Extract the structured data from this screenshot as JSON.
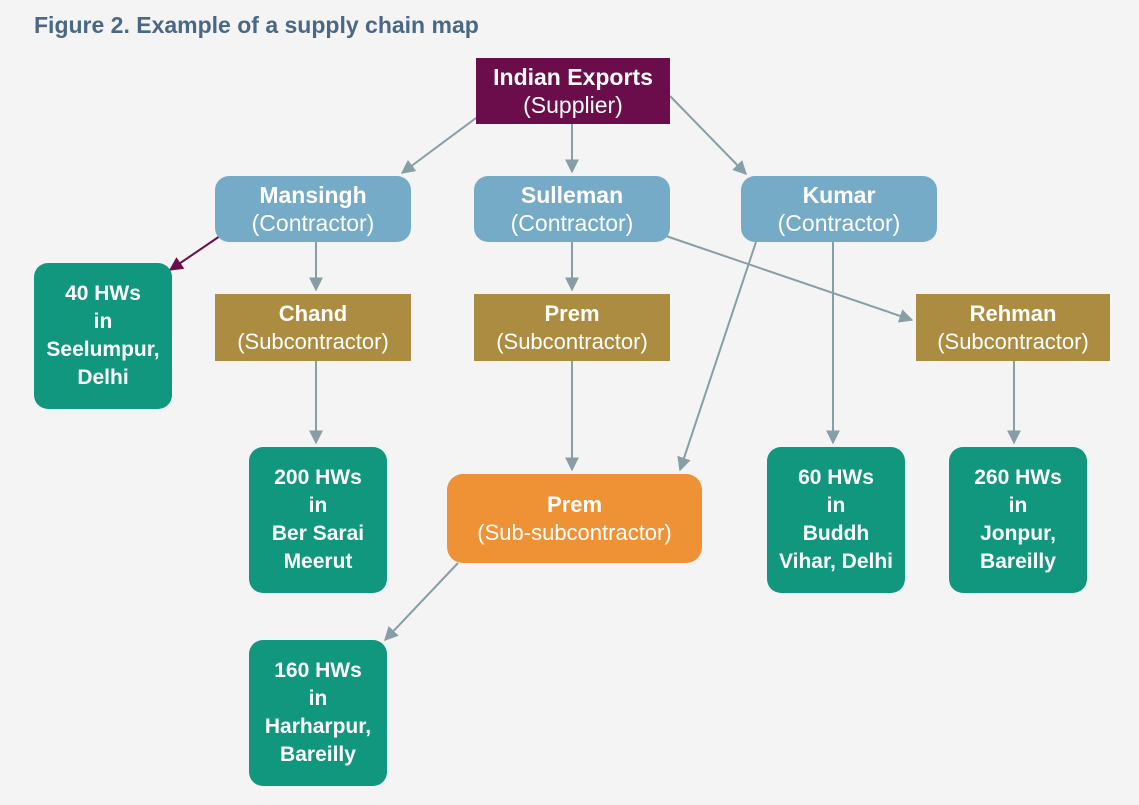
{
  "figure_title": "Figure 2. Example of a supply chain map",
  "colors": {
    "supplier": "#6b0d4a",
    "contractor": "#75abc6",
    "subcontractor": "#ab8c41",
    "sub_subcontractor": "#ee9235",
    "workers": "#11977d",
    "arrow": "#879ea6",
    "arrow_highlight": "#6b0d4a"
  },
  "nodes": {
    "supplier": {
      "name": "Indian Exports",
      "role": "(Supplier)"
    },
    "mansingh": {
      "name": "Mansingh",
      "role": "(Contractor)"
    },
    "sulleman": {
      "name": "Sulleman",
      "role": "(Contractor)"
    },
    "kumar": {
      "name": "Kumar",
      "role": "(Contractor)"
    },
    "chand": {
      "name": "Chand",
      "role": "(Subcontractor)"
    },
    "prem_sub": {
      "name": "Prem",
      "role": "(Subcontractor)"
    },
    "rehman": {
      "name": "Rehman",
      "role": "(Subcontractor)"
    },
    "prem_subsub": {
      "name": "Prem",
      "role": "(Sub-subcontractor)"
    },
    "hw_seelumpur": {
      "lines": [
        "40 HWs",
        "in",
        "Seelumpur,",
        "Delhi"
      ]
    },
    "hw_bersarai": {
      "lines": [
        "200 HWs",
        "in",
        "Ber Sarai",
        "Meerut"
      ]
    },
    "hw_buddh": {
      "lines": [
        "60 HWs",
        "in",
        "Buddh",
        "Vihar, Delhi"
      ]
    },
    "hw_jonpur": {
      "lines": [
        "260 HWs",
        "in",
        "Jonpur,",
        "Bareilly"
      ]
    },
    "hw_harharpur": {
      "lines": [
        "160 HWs",
        "in",
        "Harharpur,",
        "Bareilly"
      ]
    }
  },
  "edges": [
    {
      "from": "supplier",
      "to": "mansingh"
    },
    {
      "from": "supplier",
      "to": "sulleman"
    },
    {
      "from": "supplier",
      "to": "kumar"
    },
    {
      "from": "mansingh",
      "to": "hw_seelumpur",
      "highlight": true
    },
    {
      "from": "mansingh",
      "to": "chand"
    },
    {
      "from": "sulleman",
      "to": "prem_sub"
    },
    {
      "from": "sulleman",
      "to": "rehman"
    },
    {
      "from": "kumar",
      "to": "prem_subsub"
    },
    {
      "from": "kumar",
      "to": "hw_buddh"
    },
    {
      "from": "chand",
      "to": "hw_bersarai"
    },
    {
      "from": "prem_sub",
      "to": "prem_subsub"
    },
    {
      "from": "rehman",
      "to": "hw_jonpur"
    },
    {
      "from": "prem_subsub",
      "to": "hw_harharpur"
    }
  ]
}
